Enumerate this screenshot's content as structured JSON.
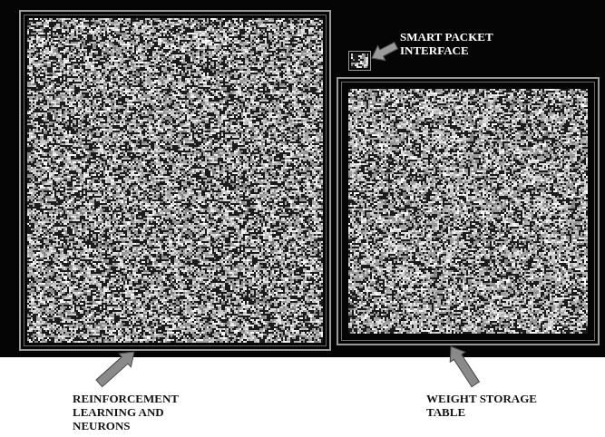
{
  "diagram": {
    "labels": [
      "SMART PACKET INTERFACE",
      "REINFORCEMENT LEARNING AND NEURONS",
      "WEIGHT STORAGE TABLE"
    ]
  }
}
